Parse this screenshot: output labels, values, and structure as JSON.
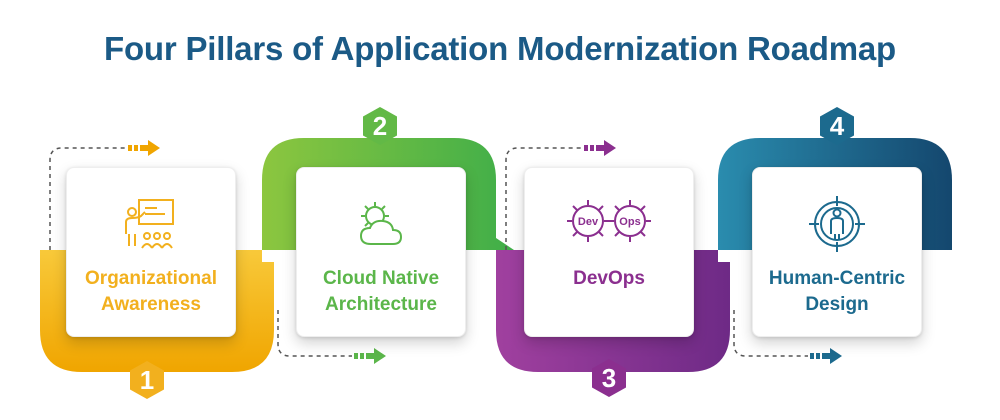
{
  "title": "Four Pillars of Application Modernization Roadmap",
  "colors": {
    "title": "#1b5a86",
    "pillar1": "#f4b41a",
    "pillar2": "#6cc04a",
    "pillar3": "#8b2f8f",
    "pillar4": "#1c6a8e"
  },
  "pillars": [
    {
      "number": "1",
      "line1": "Organizational",
      "line2": "Awareness",
      "icon": "presentation-icon"
    },
    {
      "number": "2",
      "line1": "Cloud Native",
      "line2": "Architecture",
      "icon": "cloud-gear-icon"
    },
    {
      "number": "3",
      "line1": "DevOps",
      "line2": "",
      "icon": "devops-gears-icon",
      "gear_left": "Dev",
      "gear_right": "Ops"
    },
    {
      "number": "4",
      "line1": "Human-Centric",
      "line2": "Design",
      "icon": "person-target-icon"
    }
  ]
}
